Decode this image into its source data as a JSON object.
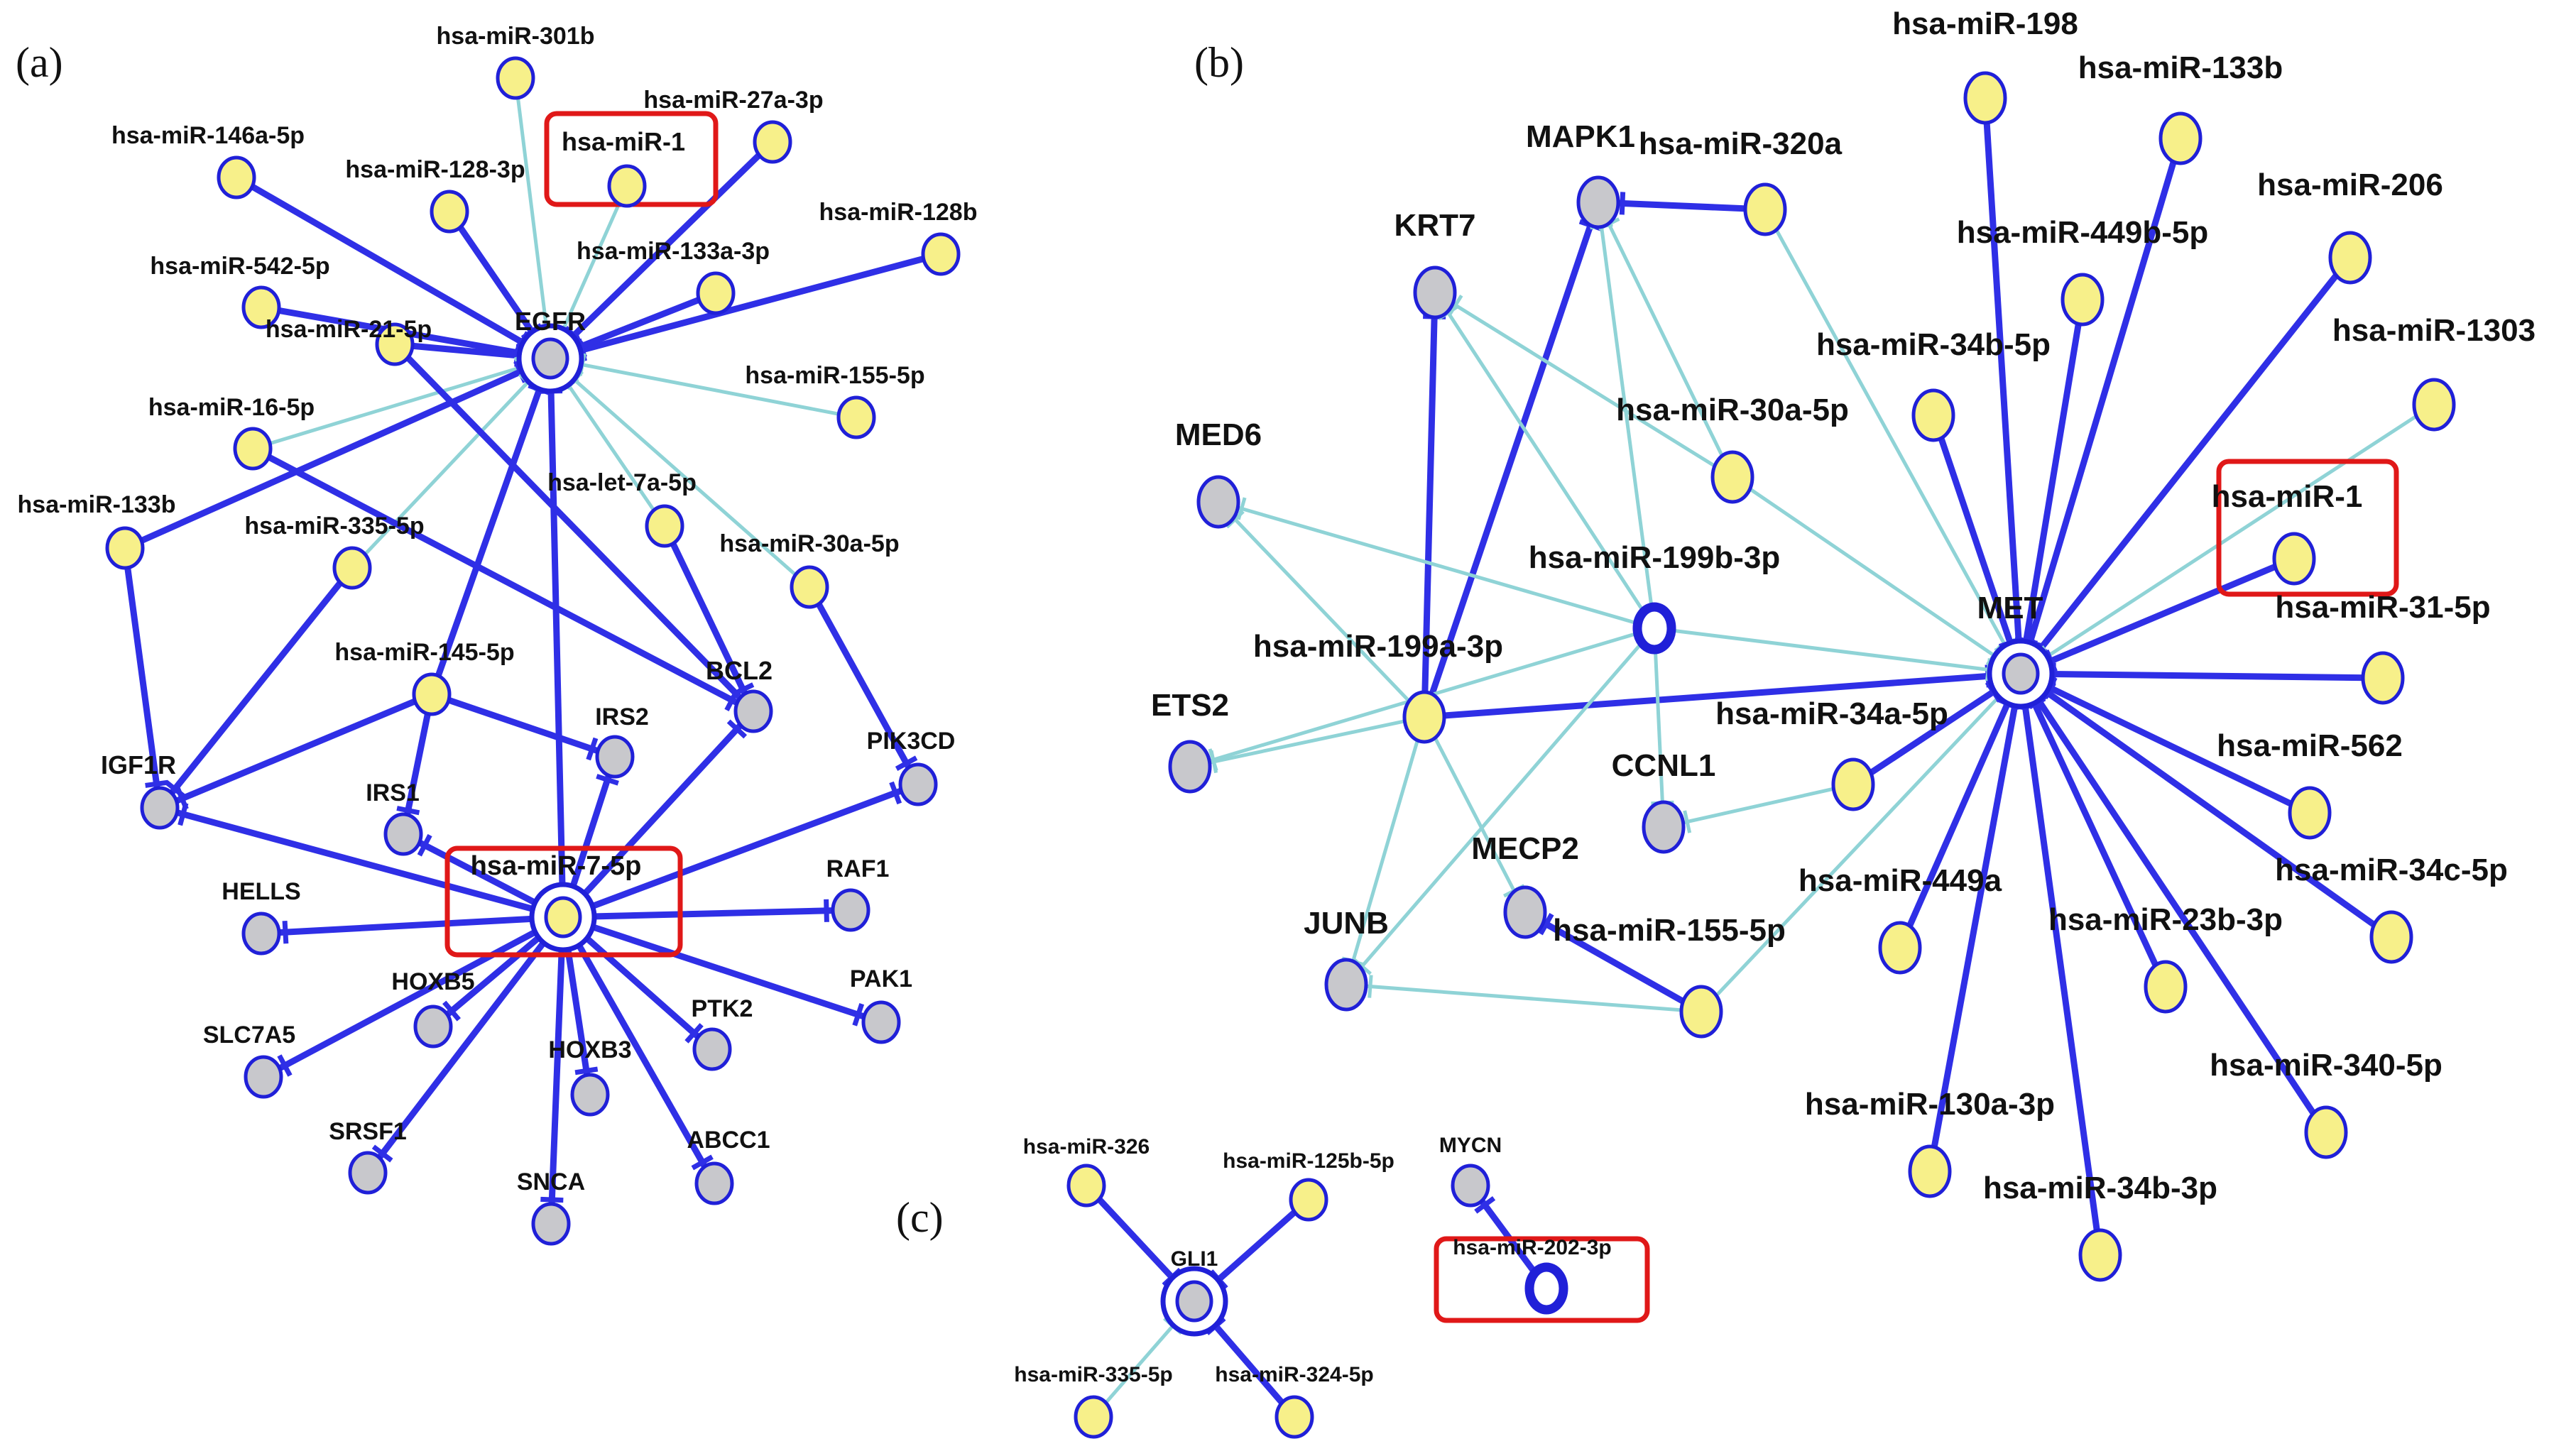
{
  "panels": [
    {
      "letter": "(a)",
      "nodes": [
        {
          "id": "a_egfr",
          "label": "EGFR",
          "type": "gene",
          "hub": true
        },
        {
          "id": "a_mir7",
          "label": "hsa-miR-7-5p",
          "type": "mirna",
          "hub": true,
          "highlight": true
        },
        {
          "id": "a_301b",
          "label": "hsa-miR-301b",
          "type": "mirna"
        },
        {
          "id": "a_mir1",
          "label": "hsa-miR-1",
          "type": "mirna",
          "highlight": true
        },
        {
          "id": "a_27a",
          "label": "hsa-miR-27a-3p",
          "type": "mirna"
        },
        {
          "id": "a_146a",
          "label": "hsa-miR-146a-5p",
          "type": "mirna"
        },
        {
          "id": "a_128_3p",
          "label": "hsa-miR-128-3p",
          "type": "mirna"
        },
        {
          "id": "a_128b",
          "label": "hsa-miR-128b",
          "type": "mirna"
        },
        {
          "id": "a_542",
          "label": "hsa-miR-542-5p",
          "type": "mirna"
        },
        {
          "id": "a_133a",
          "label": "hsa-miR-133a-3p",
          "type": "mirna"
        },
        {
          "id": "a_21",
          "label": "hsa-miR-21-5p",
          "type": "mirna"
        },
        {
          "id": "a_155",
          "label": "hsa-miR-155-5p",
          "type": "mirna"
        },
        {
          "id": "a_16",
          "label": "hsa-miR-16-5p",
          "type": "mirna"
        },
        {
          "id": "a_133b",
          "label": "hsa-miR-133b",
          "type": "mirna"
        },
        {
          "id": "a_let7a",
          "label": "hsa-let-7a-5p",
          "type": "mirna"
        },
        {
          "id": "a_335",
          "label": "hsa-miR-335-5p",
          "type": "mirna"
        },
        {
          "id": "a_30a",
          "label": "hsa-miR-30a-5p",
          "type": "mirna"
        },
        {
          "id": "a_145",
          "label": "hsa-miR-145-5p",
          "type": "mirna"
        },
        {
          "id": "a_bcl2",
          "label": "BCL2",
          "type": "gene"
        },
        {
          "id": "a_irs2",
          "label": "IRS2",
          "type": "gene"
        },
        {
          "id": "a_igf1r",
          "label": "IGF1R",
          "type": "gene"
        },
        {
          "id": "a_pik3cd",
          "label": "PIK3CD",
          "type": "gene"
        },
        {
          "id": "a_irs1",
          "label": "IRS1",
          "type": "gene"
        },
        {
          "id": "a_raf1",
          "label": "RAF1",
          "type": "gene"
        },
        {
          "id": "a_hells",
          "label": "HELLS",
          "type": "gene"
        },
        {
          "id": "a_pak1",
          "label": "PAK1",
          "type": "gene"
        },
        {
          "id": "a_hoxb5",
          "label": "HOXB5",
          "type": "gene"
        },
        {
          "id": "a_ptk2",
          "label": "PTK2",
          "type": "gene"
        },
        {
          "id": "a_slc7a5",
          "label": "SLC7A5",
          "type": "gene"
        },
        {
          "id": "a_hoxb3",
          "label": "HOXB3",
          "type": "gene"
        },
        {
          "id": "a_srsf1",
          "label": "SRSF1",
          "type": "gene"
        },
        {
          "id": "a_abcc1",
          "label": "ABCC1",
          "type": "gene"
        },
        {
          "id": "a_snca",
          "label": "SNCA",
          "type": "gene"
        }
      ]
    },
    {
      "letter": "(b)",
      "nodes": [
        {
          "id": "b_met",
          "label": "MET",
          "type": "gene",
          "hub": true
        },
        {
          "id": "b_mapk1",
          "label": "MAPK1",
          "type": "gene"
        },
        {
          "id": "b_320a",
          "label": "hsa-miR-320a",
          "type": "mirna"
        },
        {
          "id": "b_krt7",
          "label": "KRT7",
          "type": "gene"
        },
        {
          "id": "b_med6",
          "label": "MED6",
          "type": "gene"
        },
        {
          "id": "b_ets2",
          "label": "ETS2",
          "type": "gene"
        },
        {
          "id": "b_junb",
          "label": "JUNB",
          "type": "gene"
        },
        {
          "id": "b_mecp2",
          "label": "MECP2",
          "type": "gene"
        },
        {
          "id": "b_ccnl1",
          "label": "CCNL1",
          "type": "gene"
        },
        {
          "id": "b_199a",
          "label": "hsa-miR-199a-3p",
          "type": "mirna"
        },
        {
          "id": "b_199b",
          "label": "hsa-miR-199b-3p",
          "type": "mirna",
          "ring": true
        },
        {
          "id": "b_30a",
          "label": "hsa-miR-30a-5p",
          "type": "mirna"
        },
        {
          "id": "b_155",
          "label": "hsa-miR-155-5p",
          "type": "mirna"
        },
        {
          "id": "b_34a",
          "label": "hsa-miR-34a-5p",
          "type": "mirna"
        },
        {
          "id": "b_198",
          "label": "hsa-miR-198",
          "type": "mirna"
        },
        {
          "id": "b_133b",
          "label": "hsa-miR-133b",
          "type": "mirna"
        },
        {
          "id": "b_449b",
          "label": "hsa-miR-449b-5p",
          "type": "mirna"
        },
        {
          "id": "b_34b5p",
          "label": "hsa-miR-34b-5p",
          "type": "mirna"
        },
        {
          "id": "b_206",
          "label": "hsa-miR-206",
          "type": "mirna"
        },
        {
          "id": "b_1303",
          "label": "hsa-miR-1303",
          "type": "mirna"
        },
        {
          "id": "b_mir1",
          "label": "hsa-miR-1",
          "type": "mirna",
          "highlight": true
        },
        {
          "id": "b_31",
          "label": "hsa-miR-31-5p",
          "type": "mirna"
        },
        {
          "id": "b_562",
          "label": "hsa-miR-562",
          "type": "mirna"
        },
        {
          "id": "b_34c",
          "label": "hsa-miR-34c-5p",
          "type": "mirna"
        },
        {
          "id": "b_23b",
          "label": "hsa-miR-23b-3p",
          "type": "mirna"
        },
        {
          "id": "b_340",
          "label": "hsa-miR-340-5p",
          "type": "mirna"
        },
        {
          "id": "b_449a",
          "label": "hsa-miR-449a",
          "type": "mirna"
        },
        {
          "id": "b_130a",
          "label": "hsa-miR-130a-3p",
          "type": "mirna"
        },
        {
          "id": "b_34b3p",
          "label": "hsa-miR-34b-3p",
          "type": "mirna"
        }
      ]
    },
    {
      "letter": "(c)",
      "nodes": [
        {
          "id": "c_gli1",
          "label": "GLI1",
          "type": "gene",
          "hub": true
        },
        {
          "id": "c_326",
          "label": "hsa-miR-326",
          "type": "mirna"
        },
        {
          "id": "c_125b",
          "label": "hsa-miR-125b-5p",
          "type": "mirna"
        },
        {
          "id": "c_335",
          "label": "hsa-miR-335-5p",
          "type": "mirna"
        },
        {
          "id": "c_324",
          "label": "hsa-miR-324-5p",
          "type": "mirna"
        },
        {
          "id": "c_mycn",
          "label": "MYCN",
          "type": "gene"
        },
        {
          "id": "c_202",
          "label": "hsa-miR-202-3p",
          "type": "mirna",
          "ring": true,
          "highlight": true
        }
      ]
    }
  ],
  "edges": [
    [
      "a_301b",
      "a_egfr",
      "weak"
    ],
    [
      "a_mir1",
      "a_egfr",
      "weak"
    ],
    [
      "a_27a",
      "a_egfr",
      "strong"
    ],
    [
      "a_146a",
      "a_egfr",
      "strong"
    ],
    [
      "a_128_3p",
      "a_egfr",
      "strong"
    ],
    [
      "a_128b",
      "a_egfr",
      "strong"
    ],
    [
      "a_542",
      "a_egfr",
      "strong"
    ],
    [
      "a_133a",
      "a_egfr",
      "strong"
    ],
    [
      "a_21",
      "a_egfr",
      "strong"
    ],
    [
      "a_155",
      "a_egfr",
      "weak"
    ],
    [
      "a_16",
      "a_egfr",
      "weak"
    ],
    [
      "a_133b",
      "a_egfr",
      "strong"
    ],
    [
      "a_let7a",
      "a_egfr",
      "weak"
    ],
    [
      "a_335",
      "a_egfr",
      "weak"
    ],
    [
      "a_30a",
      "a_egfr",
      "weak"
    ],
    [
      "a_145",
      "a_egfr",
      "strong"
    ],
    [
      "a_mir7",
      "a_egfr",
      "strong"
    ],
    [
      "a_21",
      "a_bcl2",
      "strong"
    ],
    [
      "a_16",
      "a_bcl2",
      "strong"
    ],
    [
      "a_let7a",
      "a_bcl2",
      "strong"
    ],
    [
      "a_133b",
      "a_igf1r",
      "strong"
    ],
    [
      "a_335",
      "a_igf1r",
      "strong"
    ],
    [
      "a_145",
      "a_igf1r",
      "strong"
    ],
    [
      "a_145",
      "a_irs2",
      "strong"
    ],
    [
      "a_145",
      "a_irs1",
      "strong"
    ],
    [
      "a_30a",
      "a_pik3cd",
      "strong"
    ],
    [
      "a_mir7",
      "a_bcl2",
      "strong"
    ],
    [
      "a_mir7",
      "a_irs2",
      "strong"
    ],
    [
      "a_mir7",
      "a_igf1r",
      "strong"
    ],
    [
      "a_mir7",
      "a_pik3cd",
      "strong"
    ],
    [
      "a_mir7",
      "a_irs1",
      "strong"
    ],
    [
      "a_mir7",
      "a_raf1",
      "strong"
    ],
    [
      "a_mir7",
      "a_hells",
      "strong"
    ],
    [
      "a_mir7",
      "a_pak1",
      "strong"
    ],
    [
      "a_mir7",
      "a_hoxb5",
      "strong"
    ],
    [
      "a_mir7",
      "a_ptk2",
      "strong"
    ],
    [
      "a_mir7",
      "a_slc7a5",
      "strong"
    ],
    [
      "a_mir7",
      "a_hoxb3",
      "strong"
    ],
    [
      "a_mir7",
      "a_srsf1",
      "strong"
    ],
    [
      "a_mir7",
      "a_abcc1",
      "strong"
    ],
    [
      "a_mir7",
      "a_snca",
      "strong"
    ],
    [
      "b_320a",
      "b_mapk1",
      "strong"
    ],
    [
      "b_320a",
      "b_met",
      "weak"
    ],
    [
      "b_199a",
      "b_mapk1",
      "strong"
    ],
    [
      "b_199a",
      "b_krt7",
      "strong"
    ],
    [
      "b_199a",
      "b_med6",
      "weak"
    ],
    [
      "b_199a",
      "b_ets2",
      "weak"
    ],
    [
      "b_199a",
      "b_junb",
      "weak"
    ],
    [
      "b_199a",
      "b_mecp2",
      "weak"
    ],
    [
      "b_199a",
      "b_met",
      "strong"
    ],
    [
      "b_199b",
      "b_mapk1",
      "weak"
    ],
    [
      "b_199b",
      "b_krt7",
      "weak"
    ],
    [
      "b_199b",
      "b_med6",
      "weak"
    ],
    [
      "b_199b",
      "b_ets2",
      "weak"
    ],
    [
      "b_199b",
      "b_ccnl1",
      "weak"
    ],
    [
      "b_199b",
      "b_junb",
      "weak"
    ],
    [
      "b_199b",
      "b_met",
      "weak"
    ],
    [
      "b_30a",
      "b_mapk1",
      "weak"
    ],
    [
      "b_30a",
      "b_krt7",
      "weak"
    ],
    [
      "b_30a",
      "b_met",
      "weak"
    ],
    [
      "b_155",
      "b_mecp2",
      "strong"
    ],
    [
      "b_155",
      "b_junb",
      "weak"
    ],
    [
      "b_155",
      "b_met",
      "weak"
    ],
    [
      "b_34a",
      "b_ccnl1",
      "weak"
    ],
    [
      "b_34a",
      "b_met",
      "strong"
    ],
    [
      "b_198",
      "b_met",
      "strong"
    ],
    [
      "b_133b",
      "b_met",
      "strong"
    ],
    [
      "b_449b",
      "b_met",
      "strong"
    ],
    [
      "b_34b5p",
      "b_met",
      "strong"
    ],
    [
      "b_206",
      "b_met",
      "strong"
    ],
    [
      "b_1303",
      "b_met",
      "weak"
    ],
    [
      "b_mir1",
      "b_met",
      "strong"
    ],
    [
      "b_31",
      "b_met",
      "strong"
    ],
    [
      "b_562",
      "b_met",
      "strong"
    ],
    [
      "b_34c",
      "b_met",
      "strong"
    ],
    [
      "b_23b",
      "b_met",
      "strong"
    ],
    [
      "b_340",
      "b_met",
      "strong"
    ],
    [
      "b_449a",
      "b_met",
      "strong"
    ],
    [
      "b_130a",
      "b_met",
      "strong"
    ],
    [
      "b_34b3p",
      "b_met",
      "strong"
    ],
    [
      "c_326",
      "c_gli1",
      "strong"
    ],
    [
      "c_125b",
      "c_gli1",
      "strong"
    ],
    [
      "c_335",
      "c_gli1",
      "weak"
    ],
    [
      "c_324",
      "c_gli1",
      "strong"
    ],
    [
      "c_202",
      "c_mycn",
      "strong"
    ]
  ]
}
